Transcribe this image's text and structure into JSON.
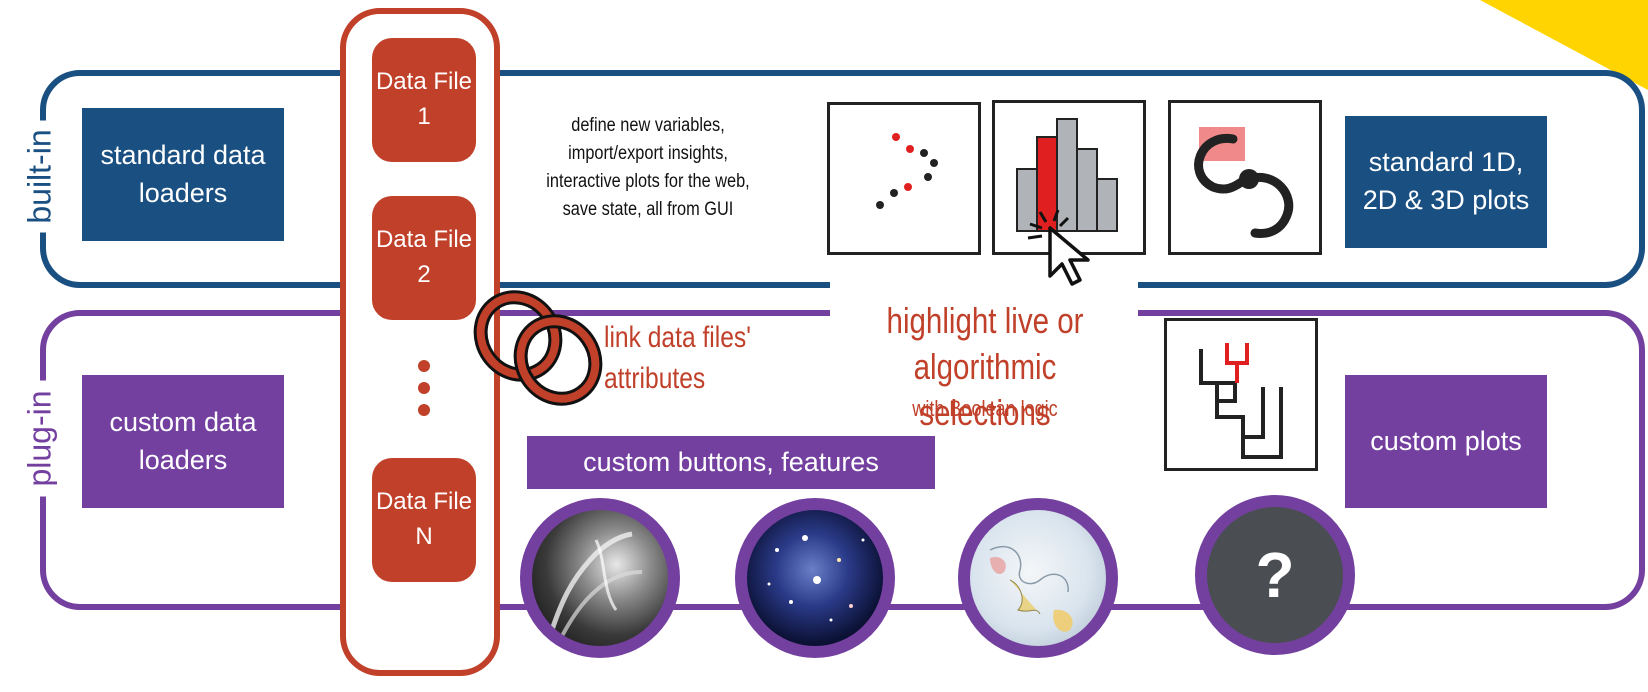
{
  "labels": {
    "built_in": "built-in",
    "plug_in": "plug-in"
  },
  "data_loaders": {
    "standard": "standard data loaders",
    "custom": "custom data loaders"
  },
  "data_files": [
    "Data File 1",
    "Data File 2",
    "Data File N"
  ],
  "gui_features": "define new variables, import/export insights, interactive plots for the web, save state, all from GUI",
  "link_files": "link data files' attributes",
  "highlight": {
    "main": "highlight live or algorithmic selections",
    "sub": "with Boolean logic"
  },
  "custom_buttons": "custom buttons, features",
  "plots": {
    "standard": "standard 1D, 2D & 3D plots",
    "custom": "custom plots"
  },
  "unknown_symbol": "?",
  "colors": {
    "builtin_blue": "#1a4f82",
    "plugin_purple": "#7440a0",
    "datafile_red": "#c0402a",
    "highlight_red": "#e02020",
    "accent_yellow": "#ffd400"
  },
  "icons": {
    "scatter": "scatter-plot-icon",
    "histogram": "histogram-icon",
    "curve": "curve-plot-icon",
    "dendrogram": "dendrogram-icon",
    "cursor": "cursor-icon",
    "rings": "linked-rings-icon"
  }
}
